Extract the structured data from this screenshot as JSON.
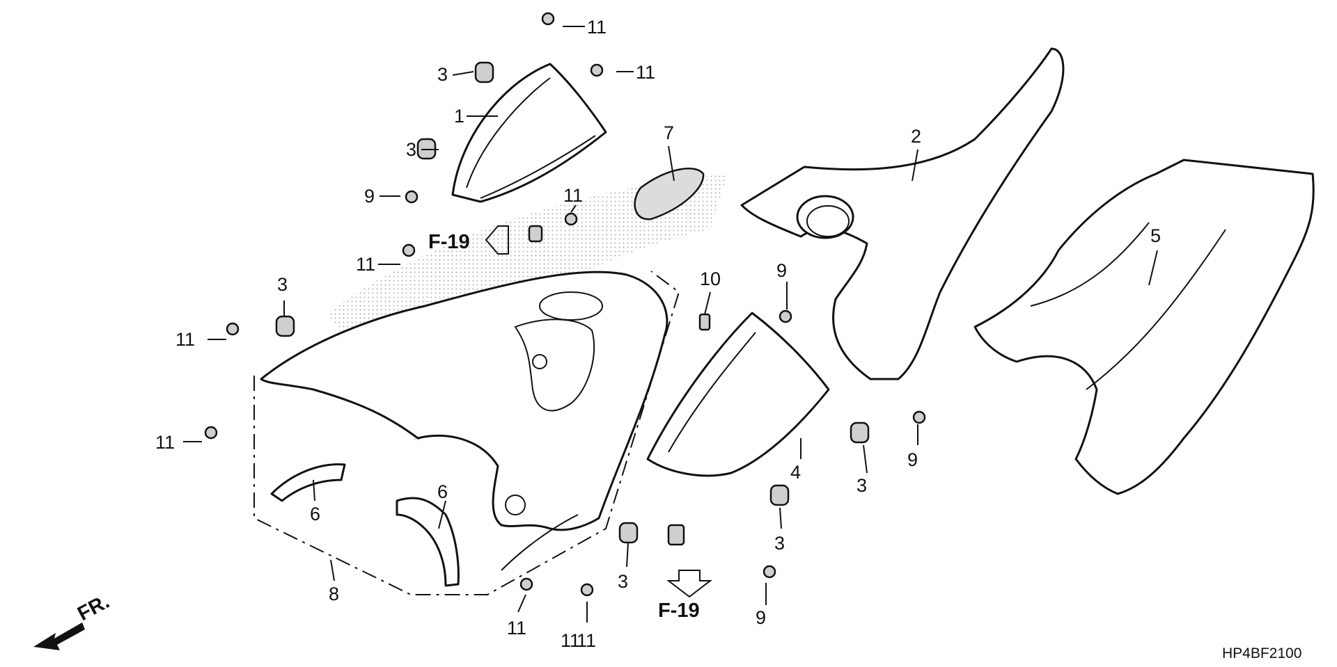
{
  "diagram": {
    "callouts": [
      "11",
      "3",
      "11",
      "1",
      "3",
      "9",
      "7",
      "2",
      "11",
      "11",
      "3",
      "11",
      "10",
      "9",
      "5",
      "11",
      "11",
      "6",
      "6",
      "8",
      "4",
      "9",
      "3",
      "3",
      "3",
      "11",
      "11",
      "9"
    ],
    "ref_labels": [
      "F-19",
      "F-19"
    ],
    "front_label": "FR.",
    "drawing_code": "HP4BF2100"
  }
}
